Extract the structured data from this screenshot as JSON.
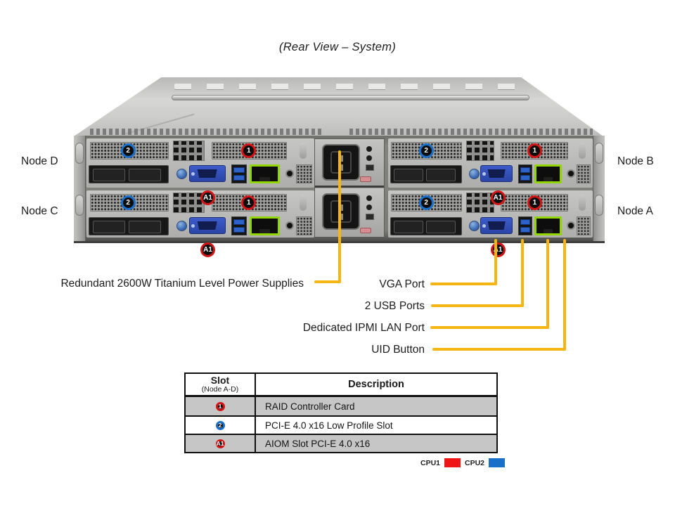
{
  "title": "(Rear View – System)",
  "node_labels": {
    "top_left": "Node D",
    "bottom_left": "Node C",
    "top_right": "Node B",
    "bottom_right": "Node A"
  },
  "badges": {
    "slot1": "1",
    "slot2": "2",
    "aiom": "A1"
  },
  "callouts": {
    "psu": "Redundant 2600W Titanium Level Power Supplies",
    "vga": "VGA Port",
    "usb": "2 USB Ports",
    "ipmi": "Dedicated IPMI LAN Port",
    "uid": "UID Button"
  },
  "table": {
    "header": {
      "slot_title": "Slot",
      "slot_subtitle": "(Node A-D)",
      "description": "Description"
    },
    "rows": [
      {
        "badge": "1",
        "badge_color": "#d21616",
        "description": "RAID Controller Card"
      },
      {
        "badge": "2",
        "badge_color": "#1a6fc8",
        "description": "PCI-E 4.0 x16 Low Profile Slot"
      },
      {
        "badge": "A1",
        "badge_color": "#d21616",
        "description": "AIOM Slot PCI-E 4.0 x16"
      }
    ]
  },
  "legend": [
    {
      "label": "CPU1",
      "color": "#ee1515"
    },
    {
      "label": "CPU2",
      "color": "#1a6fc8"
    }
  ],
  "colors": {
    "callout_line": "#f5b513",
    "badge_red": "#d21616",
    "badge_blue": "#1a6fc8",
    "lan_green": "#93d500"
  }
}
